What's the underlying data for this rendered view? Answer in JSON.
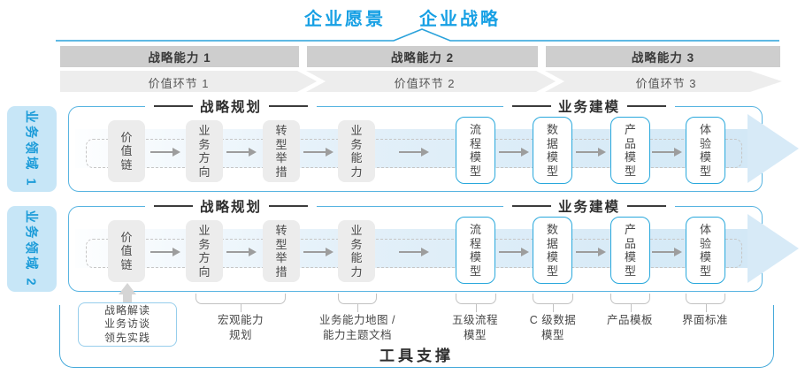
{
  "header": {
    "vision": "企业愿景",
    "strategy": "企业战略"
  },
  "capability_bars": [
    {
      "label": "战略能力 1"
    },
    {
      "label": "战略能力 2"
    },
    {
      "label": "战略能力 3"
    }
  ],
  "value_links": [
    {
      "label": "价值环节 1"
    },
    {
      "label": "价值环节 2"
    },
    {
      "label": "价值环节 3"
    }
  ],
  "domains": [
    {
      "label": "业务领域 1"
    },
    {
      "label": "业务领域 2"
    }
  ],
  "flow": {
    "sections": [
      {
        "title": "战略规划"
      },
      {
        "title": "业务建模"
      }
    ],
    "steps": [
      {
        "label": "价值链",
        "style": "gray"
      },
      {
        "label": "业务方向",
        "style": "gray"
      },
      {
        "label": "转型举措",
        "style": "gray"
      },
      {
        "label": "业务能力",
        "style": "gray"
      },
      {
        "label": "流程模型",
        "style": "blue"
      },
      {
        "label": "数据模型",
        "style": "blue"
      },
      {
        "label": "产品模型",
        "style": "blue"
      },
      {
        "label": "体验模型",
        "style": "blue"
      }
    ]
  },
  "annotations": {
    "practice_box": {
      "lines": [
        "战略解读",
        "业务访谈",
        "领先实践"
      ]
    },
    "items": [
      {
        "lines": [
          "宏观能力",
          "规划"
        ]
      },
      {
        "lines": [
          "业务能力地图 /",
          "能力主题文档"
        ]
      },
      {
        "lines": [
          "五级流程",
          "模型"
        ]
      },
      {
        "lines": [
          "C 级数据",
          "模型"
        ]
      },
      {
        "lines": [
          "产品模板"
        ]
      },
      {
        "lines": [
          "界面标准"
        ]
      }
    ]
  },
  "footer": {
    "label": "工具支撑"
  },
  "colors": {
    "accent_blue": "#17A0E4",
    "row_border_blue": "#58B4E1",
    "box_border_blue": "#29A8DC",
    "domain_fill": "#C7E6F7",
    "band_blue": "#D3E8F6",
    "bar_gray": "#CECECE",
    "chevron_gray": "#EDEDED",
    "box_gray": "#ECECEC",
    "dark_text": "#2E2E2E"
  }
}
